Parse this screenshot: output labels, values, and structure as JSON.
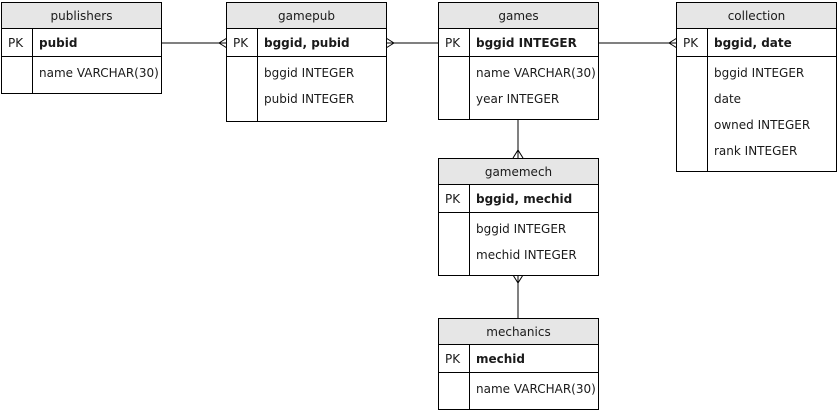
{
  "entities": {
    "publishers": {
      "title": "publishers",
      "pk_label": "PK",
      "pk": "pubid",
      "attributes": [
        "name VARCHAR(30)"
      ]
    },
    "gamepub": {
      "title": "gamepub",
      "pk_label": "PK",
      "pk": "bggid, pubid",
      "attributes": [
        "bggid INTEGER",
        "pubid INTEGER"
      ]
    },
    "games": {
      "title": "games",
      "pk_label": "PK",
      "pk": "bggid INTEGER",
      "attributes": [
        "name VARCHAR(30)",
        "year INTEGER"
      ]
    },
    "collection": {
      "title": "collection",
      "pk_label": "PK",
      "pk": "bggid, date",
      "attributes": [
        "bggid INTEGER",
        "date",
        "owned INTEGER",
        "rank INTEGER"
      ]
    },
    "gamemech": {
      "title": "gamemech",
      "pk_label": "PK",
      "pk": "bggid, mechid",
      "attributes": [
        "bggid INTEGER",
        "mechid INTEGER"
      ]
    },
    "mechanics": {
      "title": "mechanics",
      "pk_label": "PK",
      "pk": "mechid",
      "attributes": [
        "name VARCHAR(30)"
      ]
    }
  },
  "relationships": [
    {
      "from": "publishers",
      "to": "gamepub",
      "from_end": "one",
      "to_end": "many"
    },
    {
      "from": "gamepub",
      "to": "games",
      "from_end": "many",
      "to_end": "one"
    },
    {
      "from": "games",
      "to": "collection",
      "from_end": "one",
      "to_end": "many"
    },
    {
      "from": "games",
      "to": "gamemech",
      "from_end": "one",
      "to_end": "many"
    },
    {
      "from": "gamemech",
      "to": "mechanics",
      "from_end": "many",
      "to_end": "one"
    }
  ]
}
